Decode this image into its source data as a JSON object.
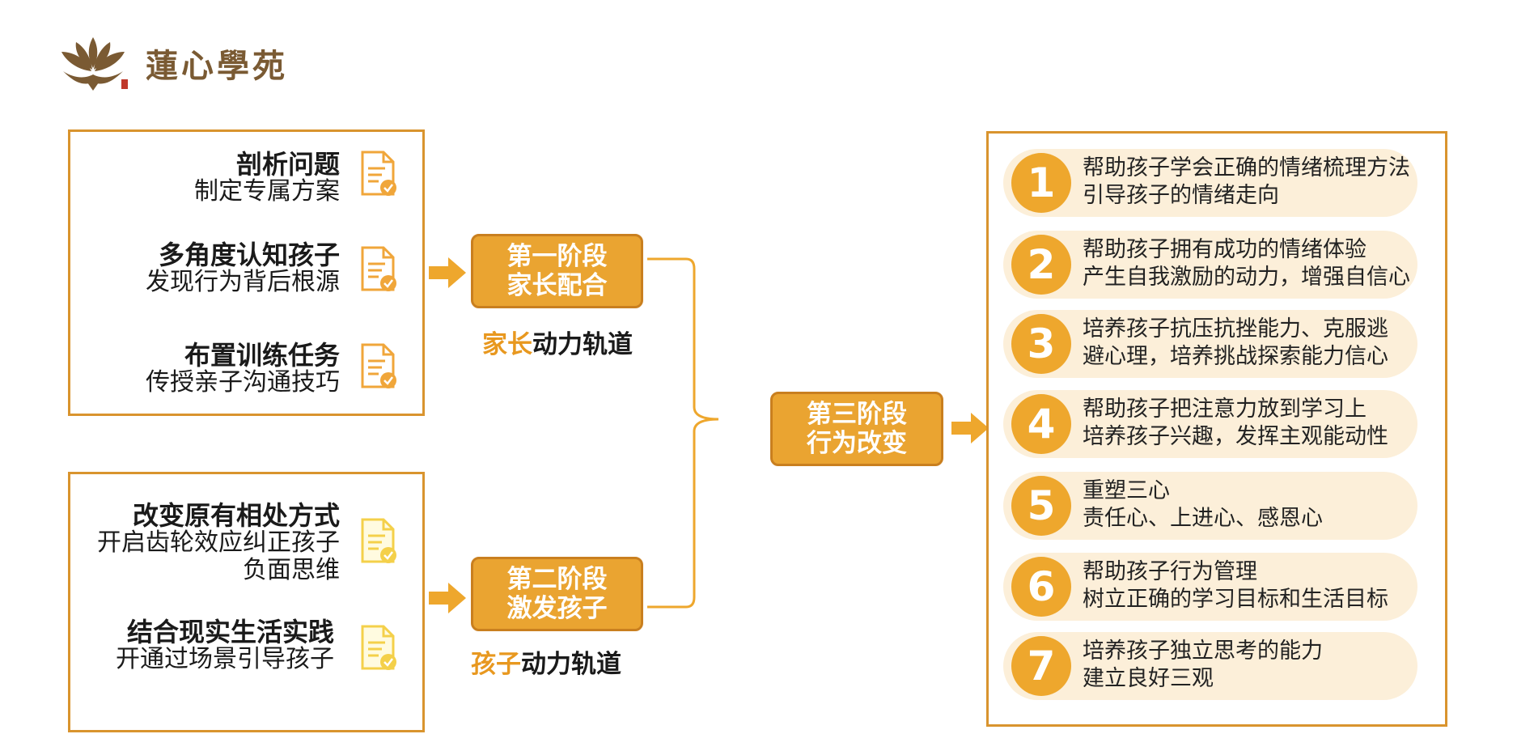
{
  "brand": {
    "name": "蓮心學苑",
    "color": "#7a5a33"
  },
  "colors": {
    "accent": "#eaa431",
    "border": "#d9942e",
    "step_bg": "#fcefd9",
    "highlight": "#e8981f"
  },
  "parent_panel": {
    "items": [
      {
        "title": "剖析问题",
        "desc": [
          "制定专属方案"
        ],
        "icon": "document-check-icon"
      },
      {
        "title": "多角度认知孩子",
        "desc": [
          "发现行为背后根源"
        ],
        "icon": "document-check-icon"
      },
      {
        "title": "布置训练任务",
        "desc": [
          "传授亲子沟通技巧"
        ],
        "icon": "document-check-icon"
      }
    ]
  },
  "child_panel": {
    "items": [
      {
        "title": "改变原有相处方式",
        "desc": [
          "开启齿轮效应纠正孩子",
          "负面思维"
        ],
        "icon": "document-check-icon"
      },
      {
        "title": "结合现实生活实践",
        "desc": [
          "开通过场景引导孩子"
        ],
        "icon": "document-check-icon"
      }
    ]
  },
  "stages": {
    "first": {
      "line1": "第一阶段",
      "line2": "家长配合"
    },
    "second": {
      "line1": "第二阶段",
      "line2": "激发孩子"
    },
    "third": {
      "line1": "第三阶段",
      "line2": "行为改变"
    }
  },
  "tracks": {
    "parent": {
      "highlight": "家长",
      "rest": "动力轨道"
    },
    "child": {
      "highlight": "孩子",
      "rest": "动力轨道"
    }
  },
  "steps": [
    {
      "num": "1",
      "line1": "帮助孩子学会正确的情绪梳理方法",
      "line2": "引导孩子的情绪走向"
    },
    {
      "num": "2",
      "line1": "帮助孩子拥有成功的情绪体验",
      "line2": "产生自我激励的动力，增强自信心"
    },
    {
      "num": "3",
      "line1": "培养孩子抗压抗挫能力、克服逃",
      "line2": "避心理，培养挑战探索能力信心"
    },
    {
      "num": "4",
      "line1": "帮助孩子把注意力放到学习上",
      "line2": "培养孩子兴趣，发挥主观能动性"
    },
    {
      "num": "5",
      "line1": "重塑三心",
      "line2": "责任心、上进心、感恩心"
    },
    {
      "num": "6",
      "line1": "帮助孩子行为管理",
      "line2": "树立正确的学习目标和生活目标"
    },
    {
      "num": "7",
      "line1": "培养孩子独立思考的能力",
      "line2": "建立良好三观"
    }
  ]
}
